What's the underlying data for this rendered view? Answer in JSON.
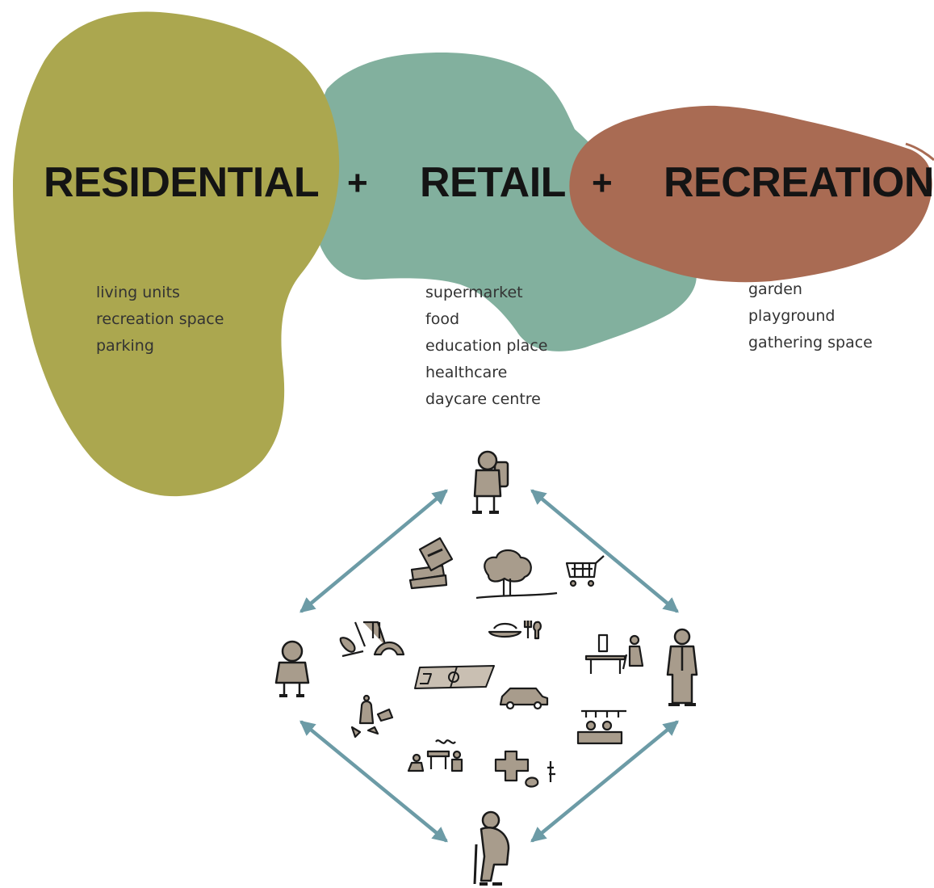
{
  "colors": {
    "residential": "#aba74f",
    "retail": "#82b09e",
    "recreation": "#a96b53",
    "arrow": "#6c9ba6",
    "icon_fill": "#a89c8c",
    "icon_stroke": "#1a1a1a",
    "text": "#141414"
  },
  "categories": {
    "residential": {
      "title": "RESIDENTIAL",
      "items": [
        "living units",
        "recreation space",
        "parking"
      ]
    },
    "retail": {
      "title": "RETAIL",
      "items": [
        "supermarket",
        "food",
        "education place",
        "healthcare",
        "daycare centre"
      ]
    },
    "recreation": {
      "title": "RECREATION",
      "items": [
        "garden",
        "playground",
        "gathering space"
      ]
    }
  },
  "operators": {
    "plus_1": "+",
    "plus_2": "+"
  },
  "people": [
    "backpacker-icon",
    "child-icon",
    "businessman-icon",
    "elderly-person-icon"
  ],
  "activities": [
    "books-icon",
    "tree-icon",
    "shopping-cart-icon",
    "playground-icon",
    "meal-icon",
    "office-worker-icon",
    "sports-field-icon",
    "car-icon",
    "toys-icon",
    "market-stall-icon",
    "gathering-icon",
    "healthcare-icon"
  ]
}
